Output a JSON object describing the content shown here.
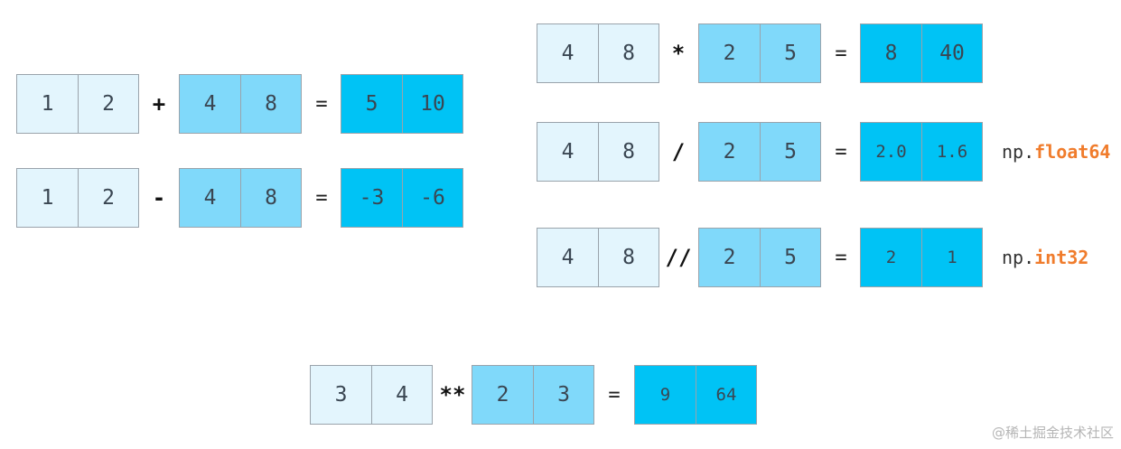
{
  "operations": [
    {
      "id": "add",
      "lhs": [
        "1",
        "2"
      ],
      "op": "+",
      "rhs": [
        "4",
        "8"
      ],
      "eq": "=",
      "result": [
        "5",
        "10"
      ],
      "dtype_prefix": "",
      "dtype": ""
    },
    {
      "id": "sub",
      "lhs": [
        "1",
        "2"
      ],
      "op": "-",
      "rhs": [
        "4",
        "8"
      ],
      "eq": "=",
      "result": [
        "-3",
        "-6"
      ],
      "dtype_prefix": "",
      "dtype": ""
    },
    {
      "id": "mul",
      "lhs": [
        "4",
        "8"
      ],
      "op": "*",
      "rhs": [
        "2",
        "5"
      ],
      "eq": "=",
      "result": [
        "8",
        "40"
      ],
      "dtype_prefix": "",
      "dtype": ""
    },
    {
      "id": "div",
      "lhs": [
        "4",
        "8"
      ],
      "op": "/",
      "rhs": [
        "2",
        "5"
      ],
      "eq": "=",
      "result": [
        "2.0",
        "1.6"
      ],
      "dtype_prefix": "np.",
      "dtype": "float64"
    },
    {
      "id": "floordiv",
      "lhs": [
        "4",
        "8"
      ],
      "op": "//",
      "rhs": [
        "2",
        "5"
      ],
      "eq": "=",
      "result": [
        "2",
        "1"
      ],
      "dtype_prefix": "np.",
      "dtype": "int32"
    },
    {
      "id": "pow",
      "lhs": [
        "3",
        "4"
      ],
      "op": "**",
      "rhs": [
        "2",
        "3"
      ],
      "eq": "=",
      "result": [
        "9",
        "64"
      ],
      "dtype_prefix": "",
      "dtype": ""
    }
  ],
  "colors": {
    "lhs_fill": "#e3f5fd",
    "rhs_fill": "#80d9fa",
    "result_fill": "#00c3f5",
    "dtype_accent": "#f07c2c"
  },
  "watermark": "@稀土掘金技术社区"
}
